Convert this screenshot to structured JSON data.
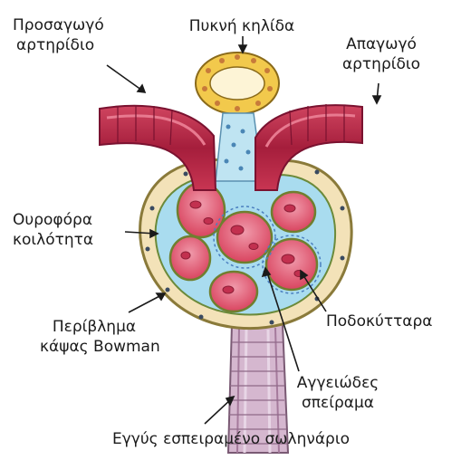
{
  "labels": {
    "afferent": {
      "line1": "Προσαγωγό",
      "line2": "αρτηρίδιο"
    },
    "macula_densa": "Πυκνή κηλίδα",
    "efferent": {
      "line1": "Απαγωγό",
      "line2": "αρτηρίδιο"
    },
    "urinary_space": {
      "line1": "Ουροφόρα",
      "line2": "κοιλότητα"
    },
    "podocytes": "Ποδοκύτταρα",
    "bowman_capsule": {
      "line1": "Περίβλημα",
      "line2": "κάψας Bowman"
    },
    "glomerulus": {
      "line1": "Αγγειώδες",
      "line2": "σπείραμα"
    },
    "proximal_tubule": "Εγγύς εσπειραμένο σωληνάριο"
  },
  "colors": {
    "vessel": "#b8294a",
    "vessel_light": "#d8506e",
    "capsule_fill": "#f3e2b8",
    "capsule_outline": "#8a7a3a",
    "space": "#9fd6ec",
    "capillary": "#e0566f",
    "macula": "#f2c94c",
    "tubule": "#c7a6c2"
  }
}
